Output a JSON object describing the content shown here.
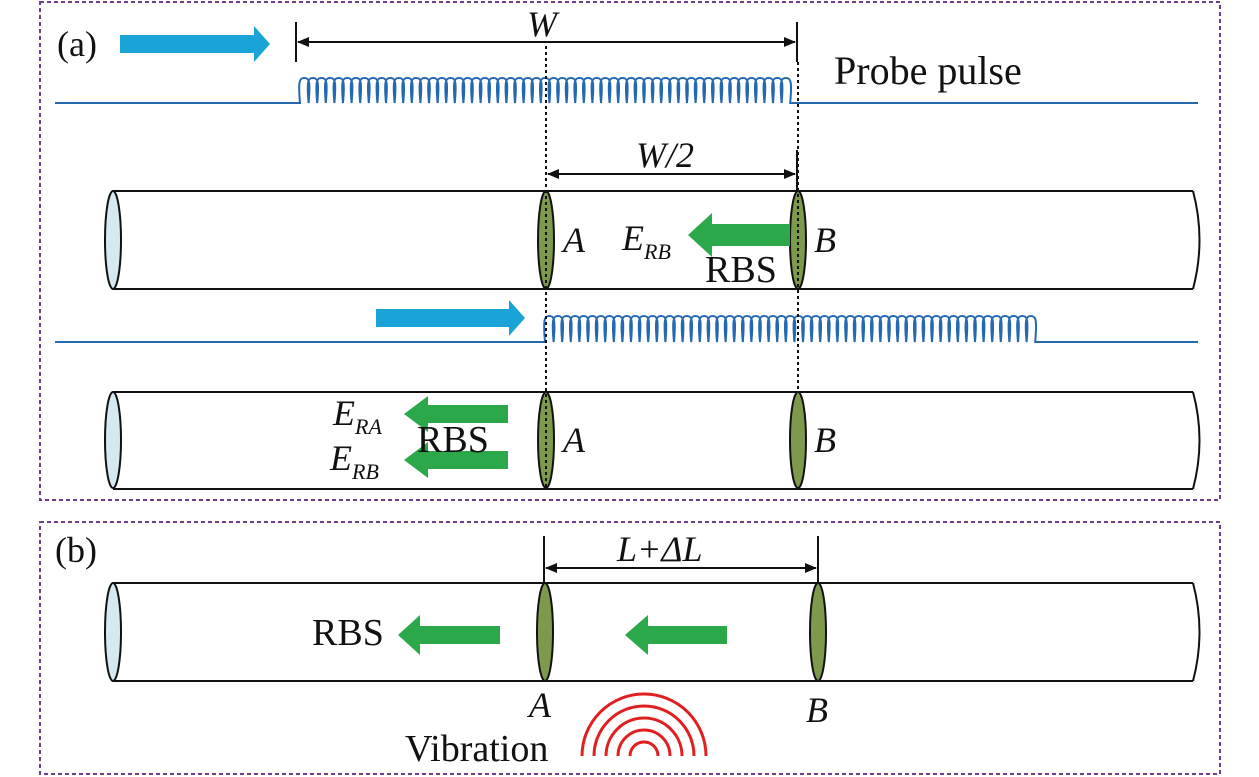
{
  "panel_a": {
    "label": "(a)",
    "width_label": "W",
    "probe_label": "Probe pulse",
    "half_width_label": "W/2",
    "fiber1": {
      "point_a": "A",
      "point_b": "B",
      "field_main": "E",
      "field_sub": "RB",
      "rbs": "RBS"
    },
    "fiber2": {
      "field1_main": "E",
      "field1_sub": "RA",
      "field2_main": "E",
      "field2_sub": "RB",
      "rbs": "RBS",
      "point_a": "A",
      "point_b": "B"
    }
  },
  "panel_b": {
    "label": "(b)",
    "length_label": "L+ΔL",
    "rbs": "RBS",
    "point_a": "A",
    "point_b": "B",
    "vibration": "Vibration"
  },
  "colors": {
    "border": "#6a3d8f",
    "probe_arrow": "#1aa3d6",
    "wave": "#2468b0",
    "rbs_arrow": "#2ba84a",
    "reflector": "#7d9a4c",
    "fiber_end": "#d4eaf0",
    "vibration": "#e02020"
  }
}
